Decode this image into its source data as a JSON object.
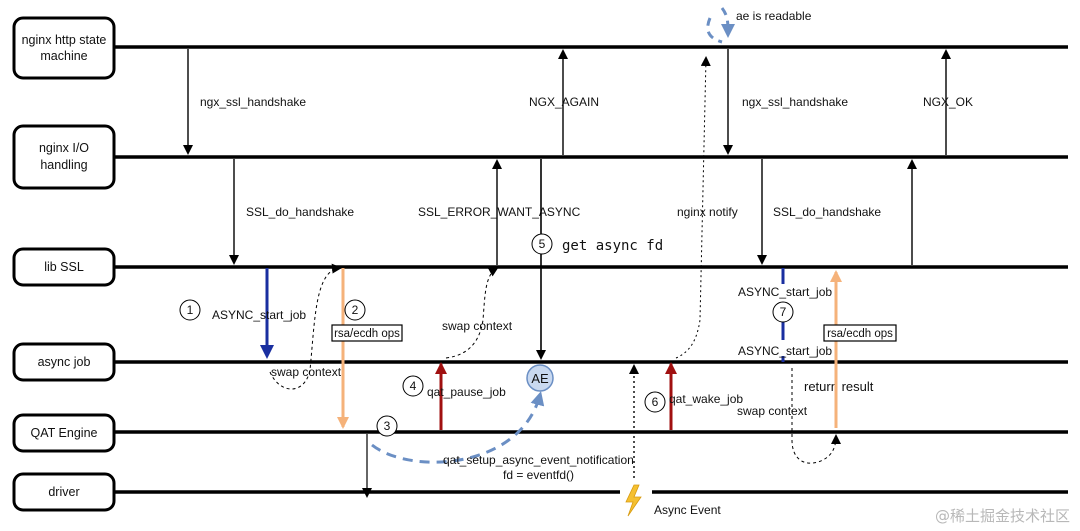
{
  "lanes": [
    {
      "id": "http",
      "label_lines": [
        "nginx http state",
        "machine"
      ]
    },
    {
      "id": "io",
      "label_lines": [
        "nginx I/O",
        "handling"
      ]
    },
    {
      "id": "libssl",
      "label_lines": [
        "lib SSL"
      ]
    },
    {
      "id": "asyncjob",
      "label_lines": [
        "async job"
      ]
    },
    {
      "id": "qat",
      "label_lines": [
        "QAT Engine"
      ]
    },
    {
      "id": "driver",
      "label_lines": [
        "driver"
      ]
    }
  ],
  "labels": {
    "ngx_ssl_handshake_1": "ngx_ssl_handshake",
    "ngx_again": "NGX_AGAIN",
    "ae_readable": "ae is readable",
    "ngx_ssl_handshake_2": "ngx_ssl_handshake",
    "ngx_ok": "NGX_OK",
    "ssl_do_handshake_1": "SSL_do_handshake",
    "ssl_error_want_async": "SSL_ERROR_WANT_ASYNC",
    "nginx_notify": "nginx notify",
    "ssl_do_handshake_2": "SSL_do_handshake",
    "get_async_fd": "get async fd",
    "async_start_job_1": "ASYNC_start_job",
    "rsa_ecdh_ops_1": "rsa/ecdh ops",
    "swap_context_1": "swap context",
    "async_start_job_top": "ASYNC_start_job",
    "rsa_ecdh_ops_2": "rsa/ecdh ops",
    "async_start_job_bottom": "ASYNC_start_job",
    "swap_context_2": "swap context",
    "return_result": "return result",
    "qat_pause_job": "qat_pause_job",
    "ae": "AE",
    "qat_wake_job": "qat_wake_job",
    "swap_context_3": "swap context",
    "qat_setup_1": "qat_setup_async_event_notification",
    "qat_setup_2": "fd = eventfd()",
    "async_event": "Async Event",
    "watermark": "@稀土掘金技术社区"
  },
  "steps": [
    "1",
    "2",
    "3",
    "4",
    "5",
    "6",
    "7"
  ],
  "colors": {
    "lane_line": "#000000",
    "blue_arrow": "#1a2fa0",
    "orange_arrow": "#f5b27a",
    "red_arrow": "#a01010",
    "ae_fill": "#c9d9f0",
    "dashed_blue": "#6b8fc4"
  },
  "icons": {
    "async_event": "lightning-bolt-icon"
  }
}
